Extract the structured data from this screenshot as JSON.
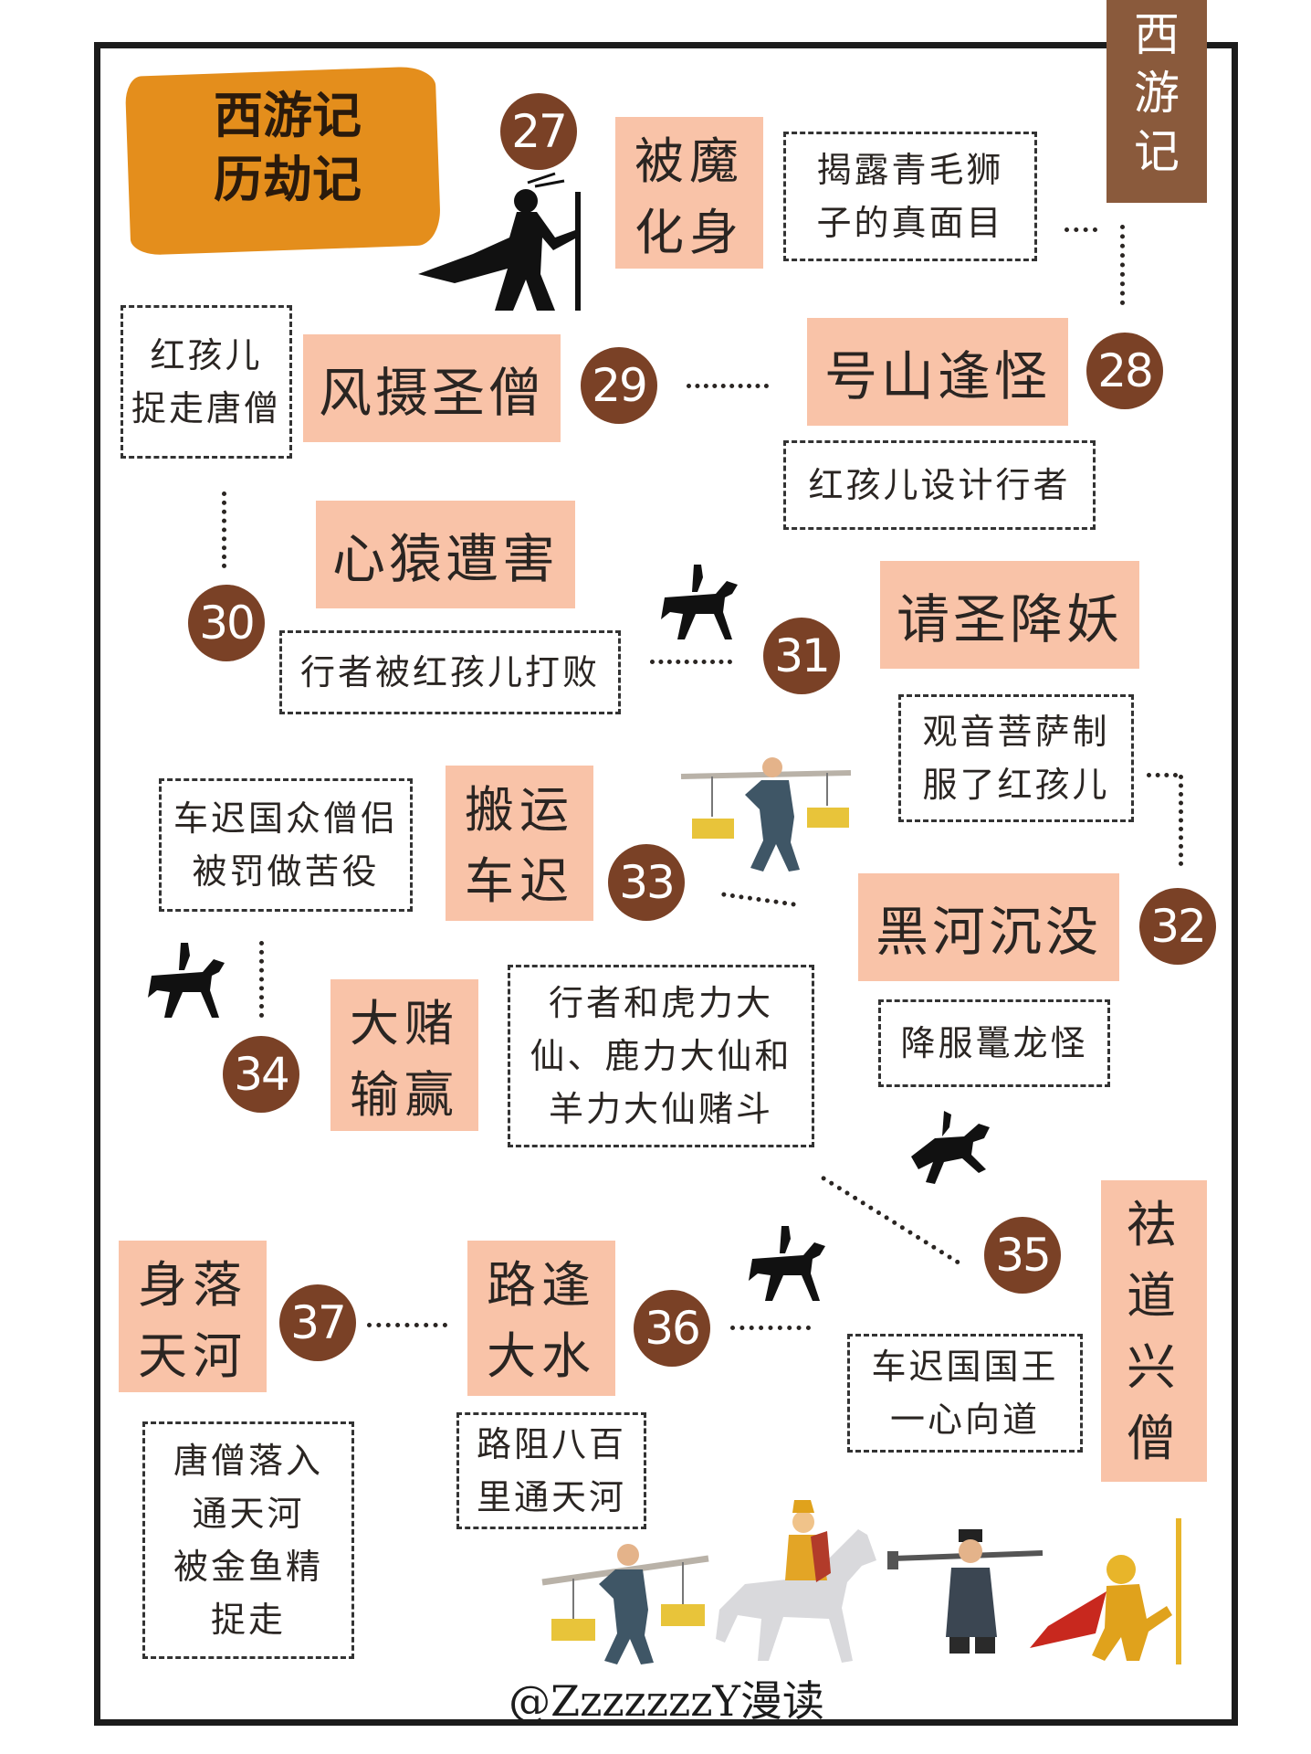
{
  "corner_tag": [
    "西",
    "游",
    "记"
  ],
  "title_lines": [
    "西游记",
    "历劫记"
  ],
  "episodes": [
    {
      "num": "27",
      "title": [
        "被魔",
        "化身"
      ],
      "desc": [
        "揭露青毛狮",
        "子的真面目"
      ]
    },
    {
      "num": "28",
      "title": [
        "号山逢怪"
      ],
      "desc": [
        "红孩儿设计行者"
      ]
    },
    {
      "num": "29",
      "title": [
        "风摄圣僧"
      ],
      "desc": [
        "红孩儿",
        "捉走唐僧"
      ]
    },
    {
      "num": "30",
      "title": [
        "心猿遭害"
      ],
      "desc": [
        "行者被红孩儿打败"
      ]
    },
    {
      "num": "31",
      "title": [
        "请圣降妖"
      ],
      "desc": [
        "观音菩萨制",
        "服了红孩儿"
      ]
    },
    {
      "num": "32",
      "title": [
        "黑河沉没"
      ],
      "desc": [
        "降服鼍龙怪"
      ]
    },
    {
      "num": "33",
      "title": [
        "搬运",
        "车迟"
      ],
      "desc": [
        "车迟国众僧侣",
        "被罚做苦役"
      ]
    },
    {
      "num": "34",
      "title": [
        "大赌",
        "输赢"
      ],
      "desc": [
        "行者和虎力大",
        "仙、鹿力大仙和",
        "羊力大仙赌斗"
      ]
    },
    {
      "num": "35",
      "title": [
        "祛",
        "道",
        "兴",
        "僧"
      ],
      "desc": [
        "车迟国国王",
        "一心向道"
      ]
    },
    {
      "num": "36",
      "title": [
        "路逢",
        "大水"
      ],
      "desc": [
        "路阻八百",
        "里通天河"
      ]
    },
    {
      "num": "37",
      "title": [
        "身落",
        "天河"
      ],
      "desc": [
        "唐僧落入",
        "通天河",
        "被金鱼精",
        "捉走"
      ]
    }
  ],
  "watermark": "@ZzzzzzzY漫读",
  "colors": {
    "accent_orange": "#e48e1c",
    "number_brown": "#7a4126",
    "title_pink": "#f9c3a8",
    "tag_brown": "#8a5a3c"
  },
  "icons": [
    "monkey-silhouette-icon",
    "horse-rider-icon",
    "porter-icon",
    "pilgrims-group-icon"
  ]
}
